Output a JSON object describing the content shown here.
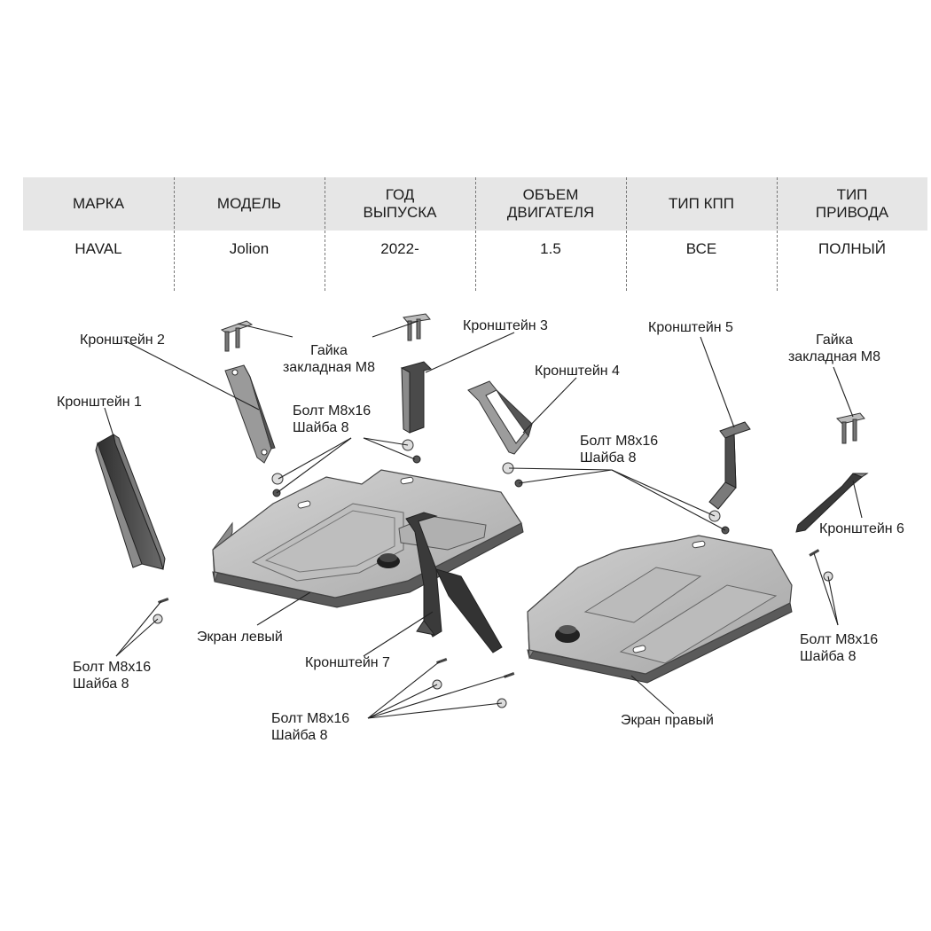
{
  "spec_table": {
    "columns": [
      {
        "header": "МАРКА",
        "value": "HAVAL"
      },
      {
        "header": "МОДЕЛЬ",
        "value": "Jolion"
      },
      {
        "header": "ГОД\nВЫПУСКА",
        "value": "2022-"
      },
      {
        "header": "ОБЪЕМ\nДВИГАТЕЛЯ",
        "value": "1.5"
      },
      {
        "header": "ТИП КПП",
        "value": "ВСЕ"
      },
      {
        "header": "ТИП\nПРИВОДА",
        "value": "ПОЛНЫЙ"
      }
    ]
  },
  "labels": {
    "bracket_1": "Кронштейн 1",
    "bracket_2": "Кронштейн 2",
    "bracket_3": "Кронштейн 3",
    "bracket_4": "Кронштейн 4",
    "bracket_5": "Кронштейн 5",
    "bracket_6": "Кронштейн 6",
    "bracket_7": "Кронштейн 7",
    "nut_center": "Гайка\nзакладная М8",
    "nut_right": "Гайка\nзакладная М8",
    "bolt_a": "Болт М8х16\nШайба 8",
    "bolt_b": "Болт М8х16\nШайба 8",
    "bolt_left": "Болт М8х16\nШайба 8",
    "bolt_bottom": "Болт М8х16\nШайба 8",
    "bolt_right": "Болт М8х16\nШайба 8",
    "screen_left": "Экран левый",
    "screen_right": "Экран правый"
  }
}
